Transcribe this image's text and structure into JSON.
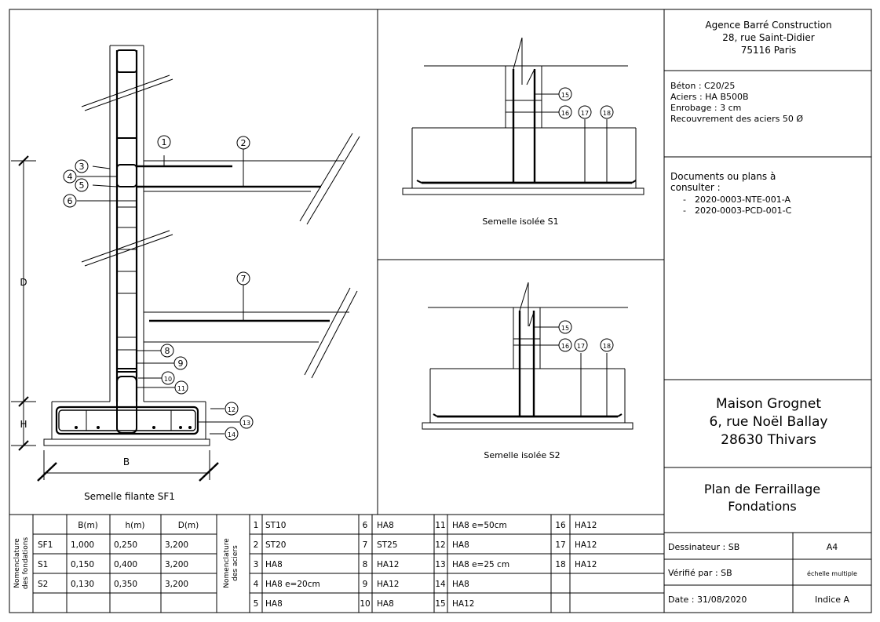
{
  "agency": {
    "name": "Agence Barré Construction",
    "street": "28, rue Saint-Didier",
    "city": "75116 Paris"
  },
  "specs": [
    "Béton : C20/25",
    "Aciers : HA B500B",
    "Enrobage : 3 cm",
    "Recouvrement des aciers 50 Ø"
  ],
  "documents": {
    "title_line1": "Documents ou plans à",
    "title_line2": "consulter :",
    "items": [
      "2020-0003-NTE-001-A",
      "2020-0003-PCD-001-C"
    ]
  },
  "project": {
    "name": "Maison Grognet",
    "street": "6, rue Noël Ballay",
    "city": "28630 Thivars"
  },
  "drawing_title": [
    "Plan de Ferraillage",
    "Fondations"
  ],
  "cartouche": {
    "drawer": "Dessinateur : SB",
    "format": "A4",
    "checker": "Vérifié par : SB",
    "scale": "échelle multiple",
    "date": "Date : 31/08/2020",
    "index": "Indice A"
  },
  "views": {
    "sf1_caption": "Semelle filante SF1",
    "s1_caption": "Semelle isolée S1",
    "s2_caption": "Semelle isolée S2",
    "dim_D": "D",
    "dim_H": "H",
    "dim_B": "B"
  },
  "markers": {
    "sf1": [
      "1",
      "2",
      "3",
      "4",
      "5",
      "6",
      "7",
      "8",
      "9",
      "10",
      "11",
      "12",
      "13",
      "14"
    ],
    "s1": [
      "15",
      "16",
      "17",
      "18"
    ],
    "s2": [
      "15",
      "16",
      "17",
      "18"
    ]
  },
  "foundations_table": {
    "side_label": [
      "Nomenclature",
      "des fondations"
    ],
    "headers": [
      "B(m)",
      "h(m)",
      "D(m)"
    ],
    "rows": [
      {
        "name": "SF1",
        "b": "1,000",
        "h": "0,250",
        "d": "3,200"
      },
      {
        "name": "S1",
        "b": "0,150",
        "h": "0,400",
        "d": "3,200"
      },
      {
        "name": "S2",
        "b": "0,130",
        "h": "0,350",
        "d": "3,200"
      }
    ]
  },
  "steel_table": {
    "side_label": [
      "Nomenclature",
      "des aciers"
    ],
    "rows": [
      [
        [
          "1",
          "ST10"
        ],
        [
          "6",
          "HA8"
        ],
        [
          "11",
          "HA8 e=50cm"
        ],
        [
          "16",
          "HA12"
        ]
      ],
      [
        [
          "2",
          "ST20"
        ],
        [
          "7",
          "ST25"
        ],
        [
          "12",
          "HA8"
        ],
        [
          "17",
          "HA12"
        ]
      ],
      [
        [
          "3",
          "HA8"
        ],
        [
          "8",
          "HA12"
        ],
        [
          "13",
          "HA8 e=25 cm"
        ],
        [
          "18",
          "HA12"
        ]
      ],
      [
        [
          "4",
          "HA8 e=20cm"
        ],
        [
          "9",
          "HA12"
        ],
        [
          "14",
          "HA8"
        ],
        [
          "",
          ""
        ]
      ],
      [
        [
          "5",
          "HA8"
        ],
        [
          "10",
          "HA8"
        ],
        [
          "15",
          "HA12"
        ],
        [
          "",
          ""
        ]
      ]
    ]
  }
}
